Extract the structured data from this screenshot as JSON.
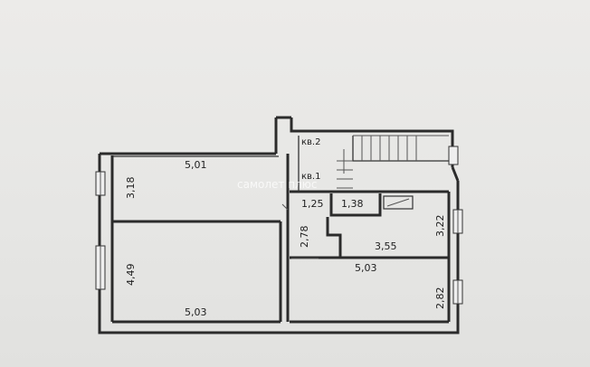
{
  "labels": {
    "kv2": "кв.2",
    "kv1": "кв.1",
    "watermark": "самолет плюс"
  },
  "dimensions": {
    "room1_width": "5,01",
    "room1_height": "3,18",
    "room2_height": "4,49",
    "room2_width": "5,03",
    "corridor_width": "1,25",
    "corridor_height": "2,78",
    "bath_width": "1,38",
    "kitchen_width": "3,55",
    "kitchen_height": "3,22",
    "room3_width": "5,03",
    "room3_height": "2,82"
  },
  "colors": {
    "wall": "#2b2b2b",
    "background": "#e9e9e7"
  }
}
